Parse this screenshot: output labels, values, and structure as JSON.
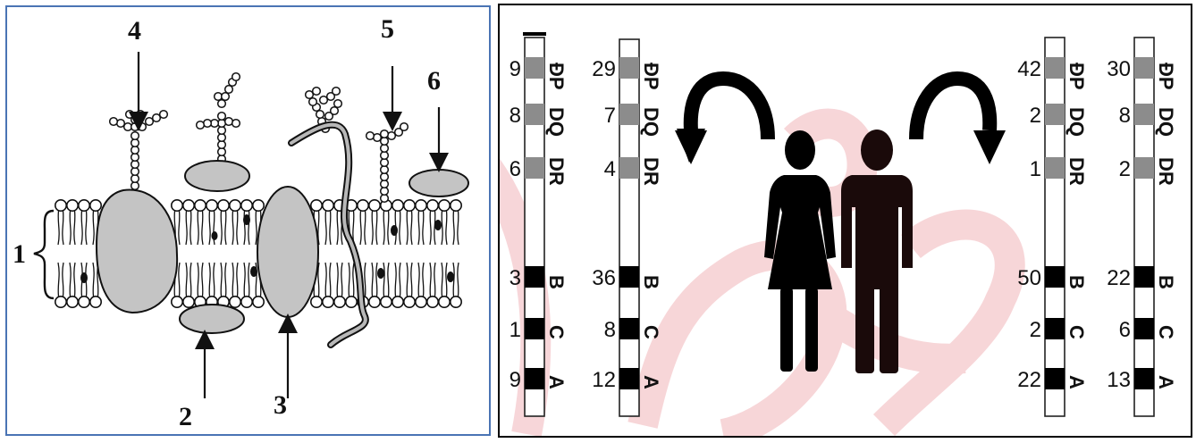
{
  "membrane": {
    "labels": [
      "1",
      "2",
      "3",
      "4",
      "5",
      "6"
    ]
  },
  "hla": {
    "strips": [
      {
        "values": [
          "9",
          "8",
          "6",
          "3",
          "1",
          "9"
        ],
        "locus_labels": [
          "ĐP",
          "DQ",
          "DR",
          "B",
          "C",
          "A"
        ]
      },
      {
        "values": [
          "29",
          "7",
          "4",
          "36",
          "8",
          "12"
        ],
        "locus_labels": [
          "ĐP",
          "DQ",
          "DR",
          "B",
          "C",
          "A"
        ]
      },
      {
        "values": [
          "42",
          "2",
          "1",
          "50",
          "2",
          "22"
        ],
        "locus_labels": [
          "ĐP",
          "DQ",
          "DR",
          "B",
          "C",
          "A"
        ]
      },
      {
        "values": [
          "30",
          "8",
          "2",
          "22",
          "6",
          "13"
        ],
        "locus_labels": [
          "ĐP",
          "DQ",
          "DR",
          "B",
          "C",
          "A"
        ]
      }
    ]
  },
  "colors": {
    "left_border": "#4a74b4",
    "protein_fill": "#c4c4c4",
    "class2_band": "#8c8c8c",
    "class1_band": "#000000",
    "watermark": "#f6cfd2"
  }
}
